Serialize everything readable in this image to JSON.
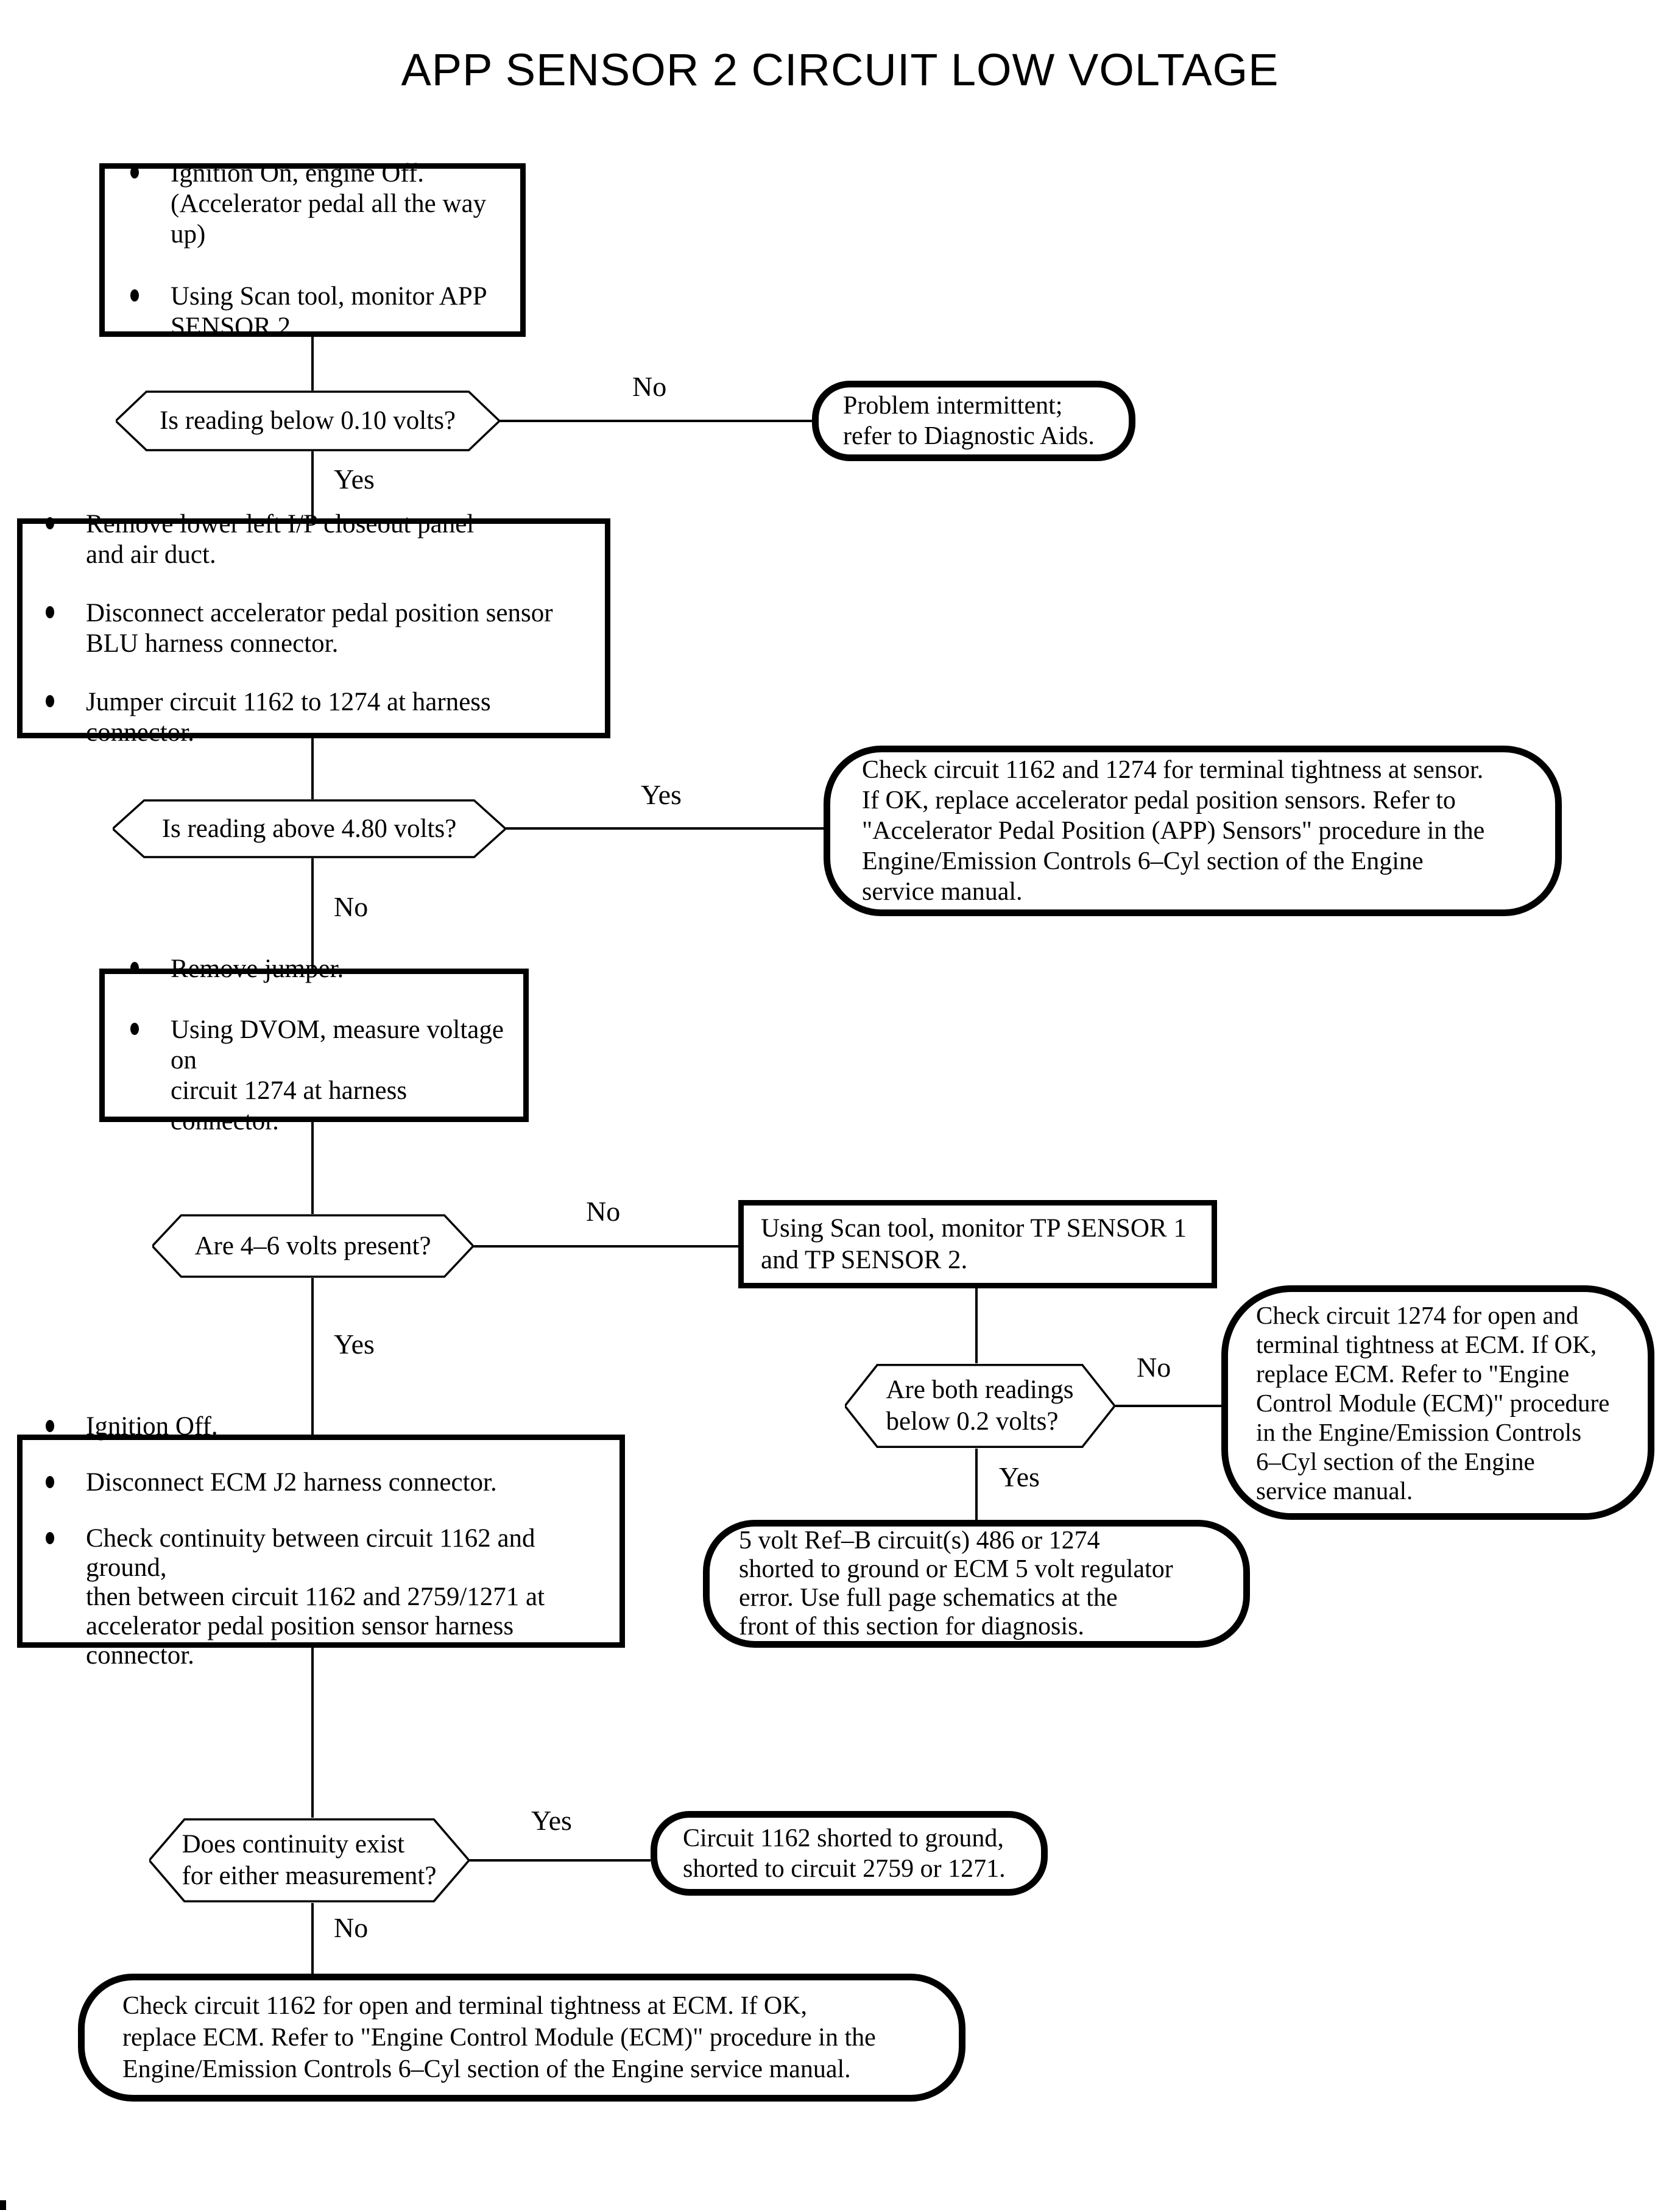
{
  "title": "APP SENSOR 2 CIRCUIT LOW VOLTAGE",
  "nodes": {
    "box1": {
      "bullets": [
        "Ignition On, engine Off.\n(Accelerator pedal all the way up)",
        "Using Scan tool, monitor APP\nSENSOR 2."
      ]
    },
    "decision1": {
      "text": "Is reading below 0.10 volts?"
    },
    "oval1": {
      "text": "Problem intermittent;\nrefer to Diagnostic Aids."
    },
    "box2": {
      "bullets": [
        "Remove lower left I/P closeout panel\nand air duct.",
        "Disconnect accelerator pedal position sensor\nBLU harness connector.",
        "Jumper circuit 1162 to 1274 at harness connector."
      ]
    },
    "decision2": {
      "text": "Is reading above 4.80 volts?"
    },
    "oval2": {
      "text": "Check circuit 1162 and 1274 for terminal tightness at sensor.\nIf OK, replace accelerator pedal position sensors. Refer to\n\"Accelerator Pedal Position (APP) Sensors\" procedure in the\nEngine/Emission Controls 6–Cyl section of the Engine\nservice manual."
    },
    "box3": {
      "bullets": [
        "Remove jumper.",
        "Using DVOM, measure voltage on\ncircuit 1274 at harness connector."
      ]
    },
    "decision3": {
      "text": "Are 4–6 volts present?"
    },
    "box5": {
      "text": "Using Scan tool, monitor TP SENSOR 1\nand TP SENSOR 2."
    },
    "decision5": {
      "text": "Are both readings\nbelow 0.2 volts?"
    },
    "oval3": {
      "text": "Check circuit 1274 for open and\nterminal tightness at ECM. If OK,\nreplace ECM. Refer to \"Engine\nControl Module (ECM)\" procedure\nin the Engine/Emission Controls\n6–Cyl section of the Engine\nservice manual."
    },
    "oval4": {
      "text": "5 volt Ref–B circuit(s) 486 or 1274\nshorted to ground or ECM 5 volt regulator\nerror. Use full page schematics at the\nfront of this section for diagnosis."
    },
    "box4": {
      "bullets": [
        "Ignition Off.",
        "Disconnect ECM J2 harness connector.",
        "Check continuity between circuit 1162 and ground,\nthen between circuit 1162 and 2759/1271 at\naccelerator pedal position sensor harness connector."
      ]
    },
    "decision4": {
      "text": "Does continuity exist\nfor either measurement?"
    },
    "oval5": {
      "text": "Circuit 1162 shorted to ground,\nshorted to circuit 2759 or 1271."
    },
    "oval6": {
      "text": "Check circuit 1162 for open and terminal tightness at ECM. If OK,\nreplace ECM. Refer to \"Engine Control Module (ECM)\" procedure in the\nEngine/Emission Controls 6–Cyl section of the Engine service manual."
    }
  },
  "edge_labels": {
    "d1_no": "No",
    "d1_yes": "Yes",
    "d2_yes": "Yes",
    "d2_no": "No",
    "d3_no": "No",
    "d3_yes": "Yes",
    "d5_no": "No",
    "d5_yes": "Yes",
    "d4_yes": "Yes",
    "d4_no": "No"
  },
  "colors": {
    "ink": "#000000",
    "background": "#ffffff"
  }
}
